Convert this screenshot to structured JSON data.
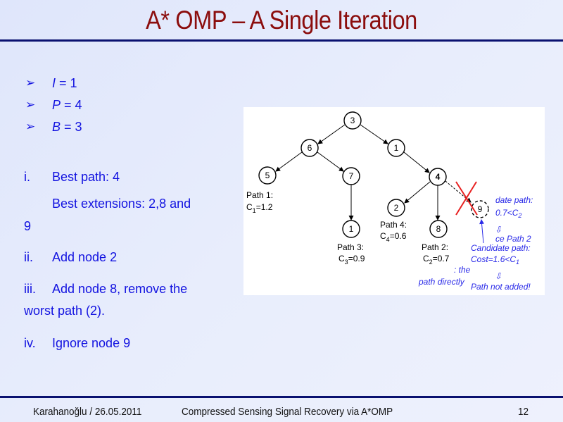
{
  "title": "A* OMP – A Single Iteration",
  "bullets": [
    {
      "var": "I",
      "rest": " = 1"
    },
    {
      "var": "P",
      "rest": " = 4"
    },
    {
      "var": "B",
      "rest": " = 3"
    }
  ],
  "steps": {
    "i_num": "i.",
    "i_text": "Best path: 4",
    "i_text2": "Best extensions: 2,8 and",
    "i_text3": "9",
    "ii_num": "ii.",
    "ii_text": "Add node 2",
    "iii_num": "iii.",
    "iii_text": "Add node 8, remove the",
    "iii_text2": "worst path (2).",
    "iv_num": "iv.",
    "iv_text": "Ignore node 9"
  },
  "diagram": {
    "nodes": [
      "3",
      "6",
      "1",
      "5",
      "7",
      "4",
      "2",
      "9",
      "1",
      "8"
    ],
    "path1": "Path 1:",
    "c1": "C",
    "c1_sub": "1",
    "c1_val": "=1.2",
    "path3": "Path 3:",
    "c3": "C",
    "c3_sub": "3",
    "c3_val": "=0.9",
    "path4": "Path 4:",
    "c4": "C",
    "c4_sub": "4",
    "c4_val": "=0.6",
    "path2": "Path 2:",
    "c2": "C",
    "c2_sub": "2",
    "c2_val": "=0.7",
    "blue1": "date path:",
    "blue2": "0.7<C",
    "blue2_sub": "2",
    "blue3": "ce Path 2",
    "blue4": "Candidate path:",
    "blue5": "Cost=1.6<C",
    "blue5_sub": "1",
    "blue6": "Path not added!",
    "blue7": ": the",
    "blue8": "path directly",
    "arrow": "⇩"
  },
  "footer": {
    "author_date": "Karahanoğlu / 26.05.2011",
    "talk": "Compressed Sensing Signal Recovery via A*OMP",
    "page": "12"
  }
}
